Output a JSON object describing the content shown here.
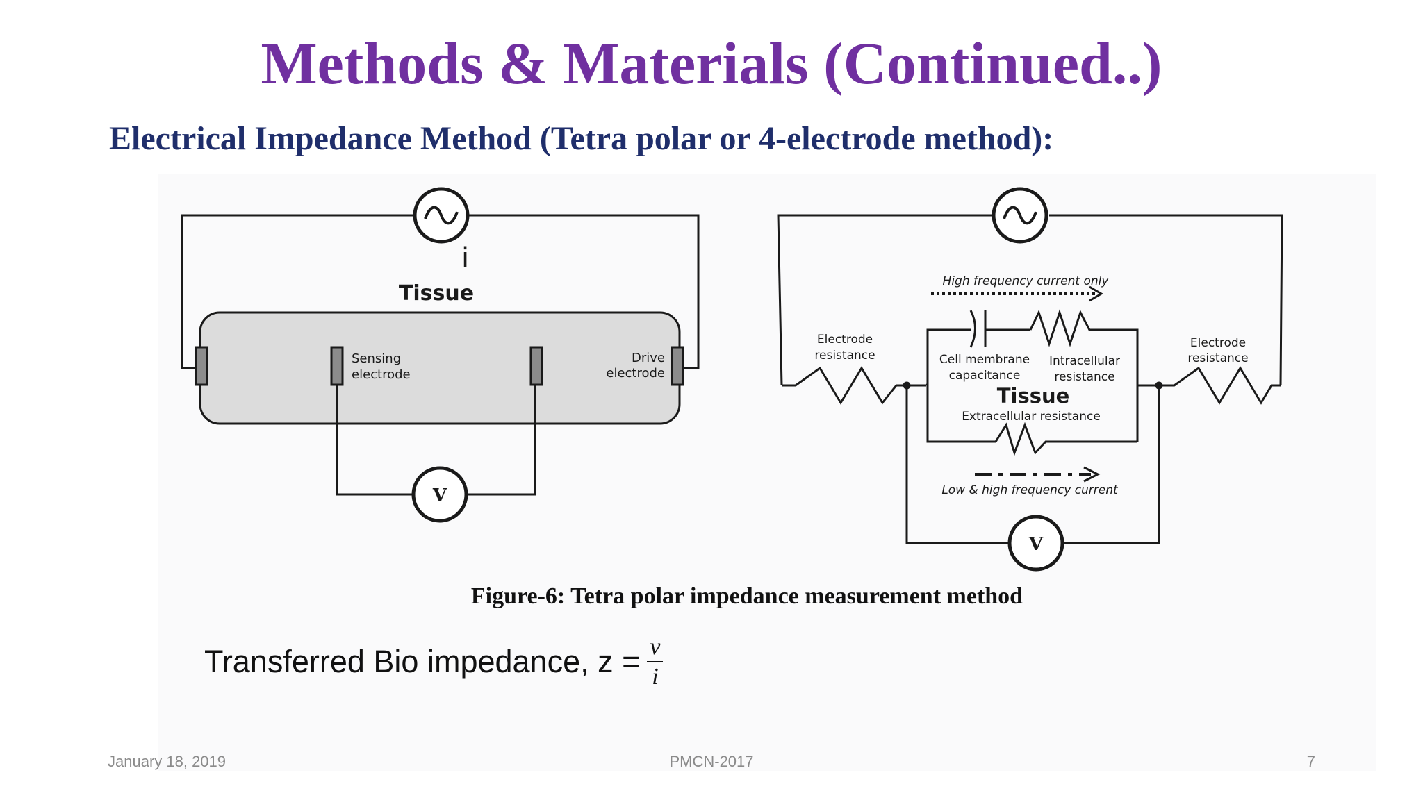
{
  "slide": {
    "title": "Methods & Materials (Continued..)",
    "subtitle": "Electrical Impedance Method (Tetra polar or 4-electrode method):"
  },
  "diagram_left": {
    "current_symbol": "i",
    "tissue_label": "Tissue",
    "sensing_electrode_line1": "Sensing",
    "sensing_electrode_line2": "electrode",
    "drive_electrode_line1": "Drive",
    "drive_electrode_line2": "electrode",
    "voltmeter_label": "V"
  },
  "diagram_right": {
    "high_freq_label": "High frequency current only",
    "electrode_resistance_left_line1": "Electrode",
    "electrode_resistance_left_line2": "resistance",
    "electrode_resistance_right_line1": "Electrode",
    "electrode_resistance_right_line2": "resistance",
    "cell_membrane_line1": "Cell membrane",
    "cell_membrane_line2": "capacitance",
    "intracellular_line1": "Intracellular",
    "intracellular_line2": "resistance",
    "tissue_label": "Tissue",
    "extracellular_label": "Extracellular resistance",
    "low_high_freq_label": "Low & high frequency current",
    "voltmeter_label": "V"
  },
  "figure_caption": "Figure-6: Tetra polar impedance measurement method",
  "formula": {
    "text": "Transferred Bio impedance, z =",
    "numerator": "v",
    "denominator": "i"
  },
  "footer": {
    "date": "January 18, 2019",
    "conference": "PMCN-2017",
    "page_number": "7"
  }
}
